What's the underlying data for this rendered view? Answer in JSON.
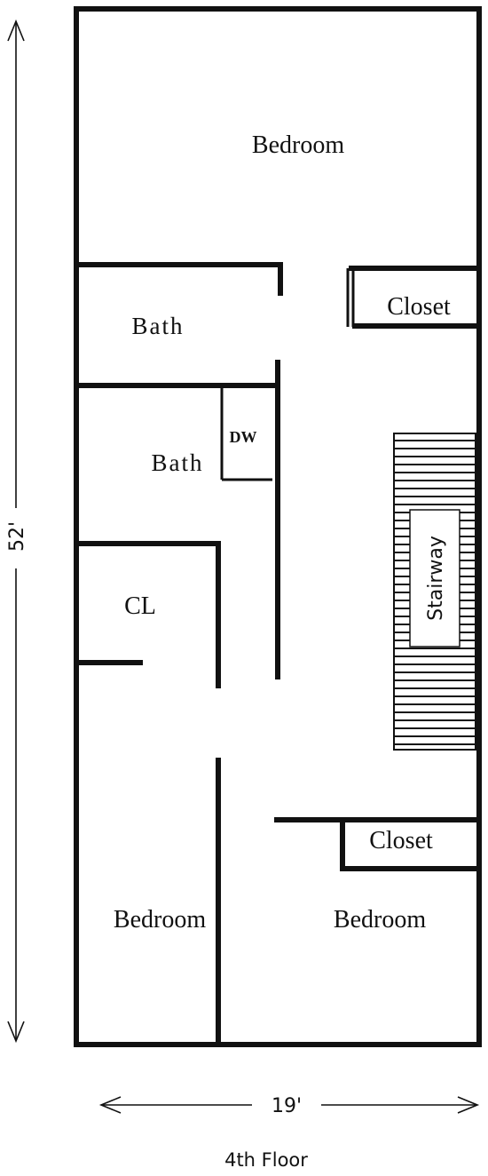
{
  "rooms": {
    "bedroom_top": "Bedroom",
    "bath_upper": "Bath",
    "bath_lower": "Bath",
    "dw": "DW",
    "closet_upper": "Closet",
    "closet_lower": "Closet",
    "cl": "CL",
    "stairway": "Stairway",
    "bedroom_bottom_left": "Bedroom",
    "bedroom_bottom_right": "Bedroom"
  },
  "dimensions": {
    "height": "52'",
    "width": "19'"
  },
  "caption": "4th Floor"
}
